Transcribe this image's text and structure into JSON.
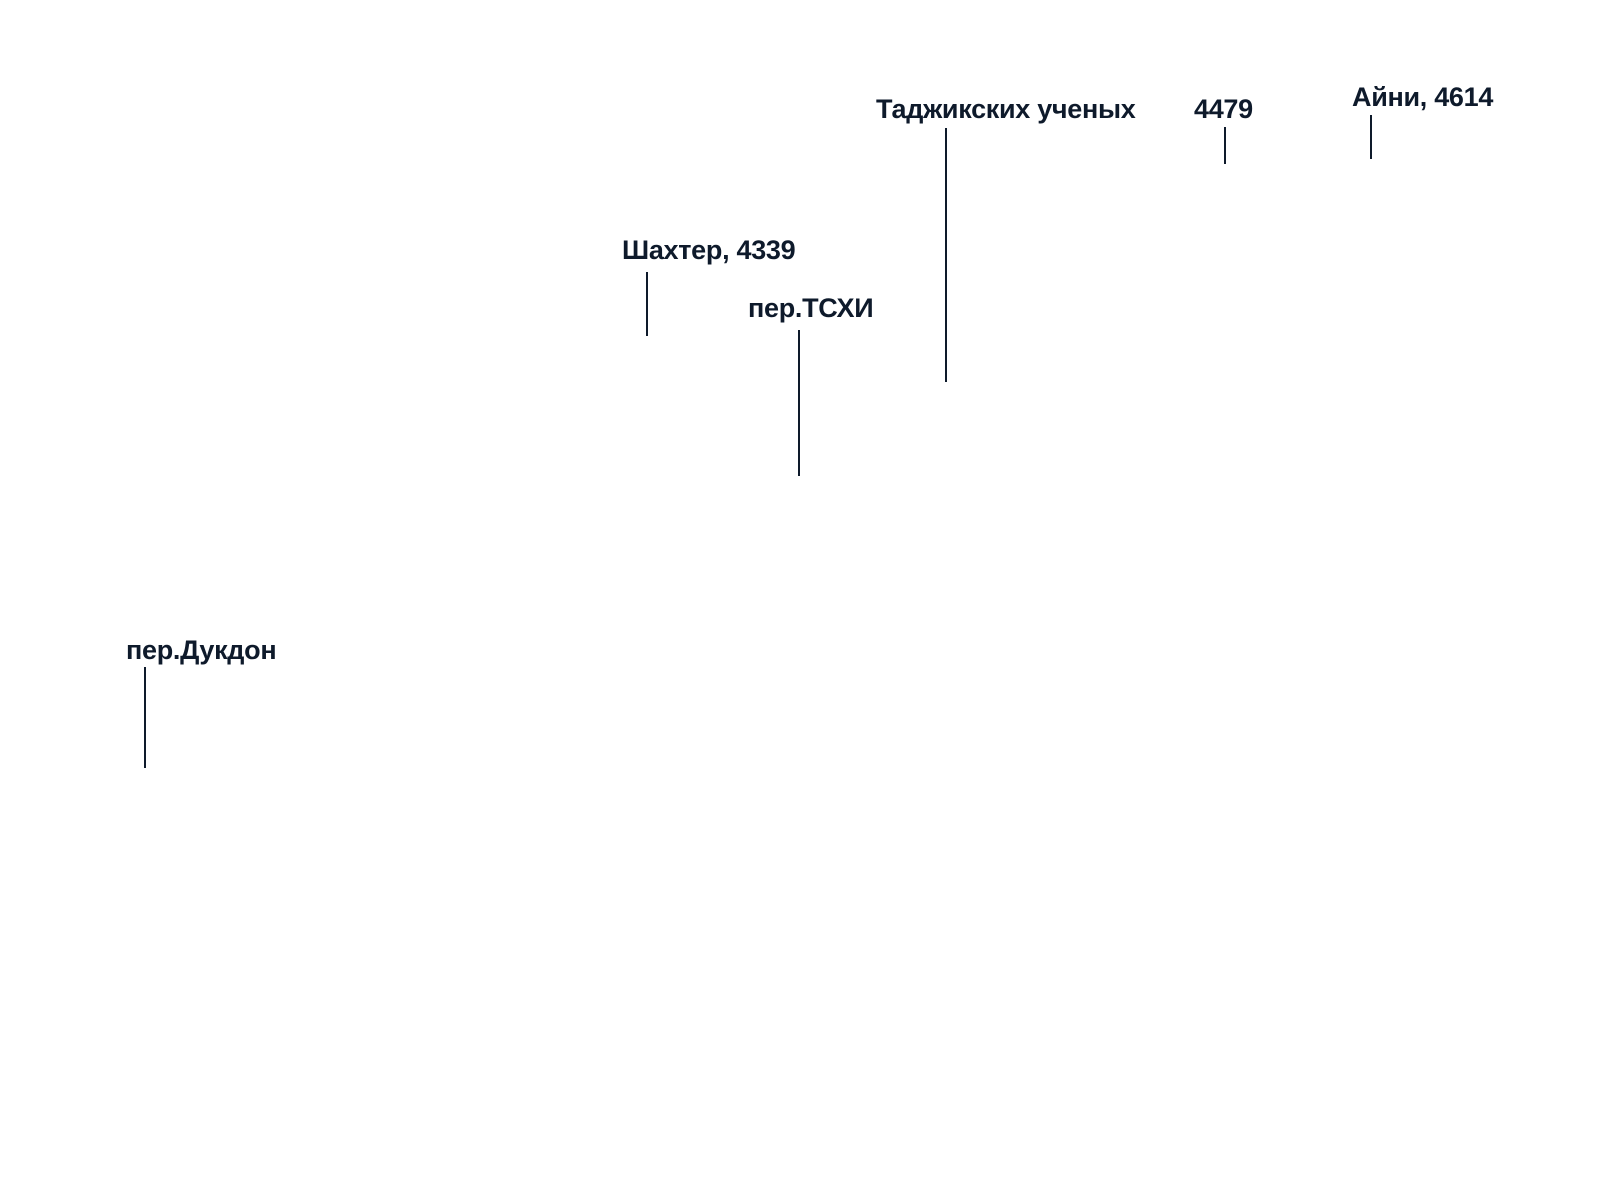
{
  "map": {
    "labels": [
      {
        "id": "tajik-scientists",
        "text": "Таджикских ученых"
      },
      {
        "id": "num-4479",
        "text": "4479"
      },
      {
        "id": "aini",
        "text": "Айни, 4614"
      },
      {
        "id": "shakhter",
        "text": "Шахтер, 4339"
      },
      {
        "id": "per-tskhi",
        "text": "пер.ТСХИ"
      },
      {
        "id": "per-dukdon",
        "text": "пер.Дукдон"
      }
    ],
    "colors": {
      "ink": "#0e1a2b",
      "background": "#ffffff"
    }
  }
}
